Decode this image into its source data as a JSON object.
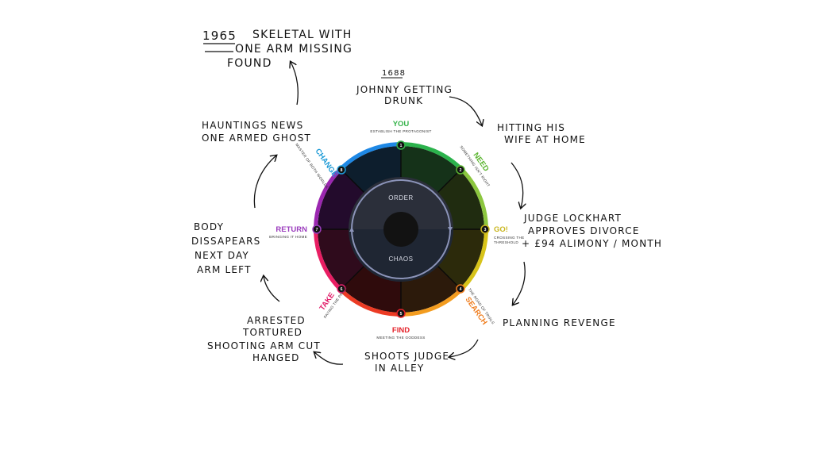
{
  "wheel": {
    "center_top": "ORDER",
    "center_bottom": "CHAOS",
    "steps": [
      {
        "num": "1",
        "name": "YOU",
        "sub": "ESTABLISH THE PROTAGONIST",
        "color": "#35b34a"
      },
      {
        "num": "2",
        "name": "NEED",
        "sub": "SOMETHING ISN'T RIGHT",
        "color": "#5cb531"
      },
      {
        "num": "3",
        "name": "GO!",
        "sub": "CROSSING THE THRESHOLD",
        "color": "#c9b61f"
      },
      {
        "num": "4",
        "name": "SEARCH",
        "sub": "THE ROAD OF TRIALS",
        "color": "#ef7d1e"
      },
      {
        "num": "5",
        "name": "FIND",
        "sub": "MEETING THE GODDESS",
        "color": "#e4232b"
      },
      {
        "num": "6",
        "name": "TAKE",
        "sub": "PAYING THE PRICE",
        "color": "#e2206b"
      },
      {
        "num": "7",
        "name": "RETURN",
        "sub": "BRINGING IT HOME",
        "color": "#9b3dbd"
      },
      {
        "num": "8",
        "name": "CHANGE",
        "sub": "MASTER OF BOTH WORLDS",
        "color": "#1c9ad6"
      }
    ],
    "segment_colors": [
      "#153219",
      "#202c10",
      "#2c2a0b",
      "#2c1a0b",
      "#2f0b0c",
      "#2f0b1c",
      "#230b2c",
      "#0d1e2d"
    ],
    "ring_colors": [
      "#2bb24c",
      "#8cc63f",
      "#d7c31a",
      "#f39c1f",
      "#ec3b24",
      "#e91e63",
      "#9b27b0",
      "#1e88e5"
    ]
  },
  "notes": {
    "top_year": "1965",
    "top_line1": "SKELETAL WITH",
    "top_line2": "ONE ARM MISSING",
    "top_line3": "FOUND",
    "year2": "1688",
    "n1_line1": "JOHNNY GETTING",
    "n1_line2": "DRUNK",
    "n2_line1": "HITTING HIS",
    "n2_line2": "WIFE AT HOME",
    "n3_line1": "JUDGE LOCKHART",
    "n3_line2": "APPROVES DIVORCE",
    "n3_line3": "+ £94 ALIMONY / MONTH",
    "n4_line1": "PLANNING REVENGE",
    "n5_line1": "SHOOTS JUDGE",
    "n5_line2": "IN ALLEY",
    "n6_line1": "ARRESTED",
    "n6_line2": "TORTURED",
    "n6_line3": "SHOOTING ARM CUT",
    "n6_line4": "HANGED",
    "n7_line1": "BODY",
    "n7_line2": "DISSAPEARS",
    "n7_line3": "NEXT DAY",
    "n7_line4": "ARM LEFT",
    "n8_line1": "HAUNTINGS NEWS",
    "n8_line2": "ONE ARMED GHOST"
  }
}
